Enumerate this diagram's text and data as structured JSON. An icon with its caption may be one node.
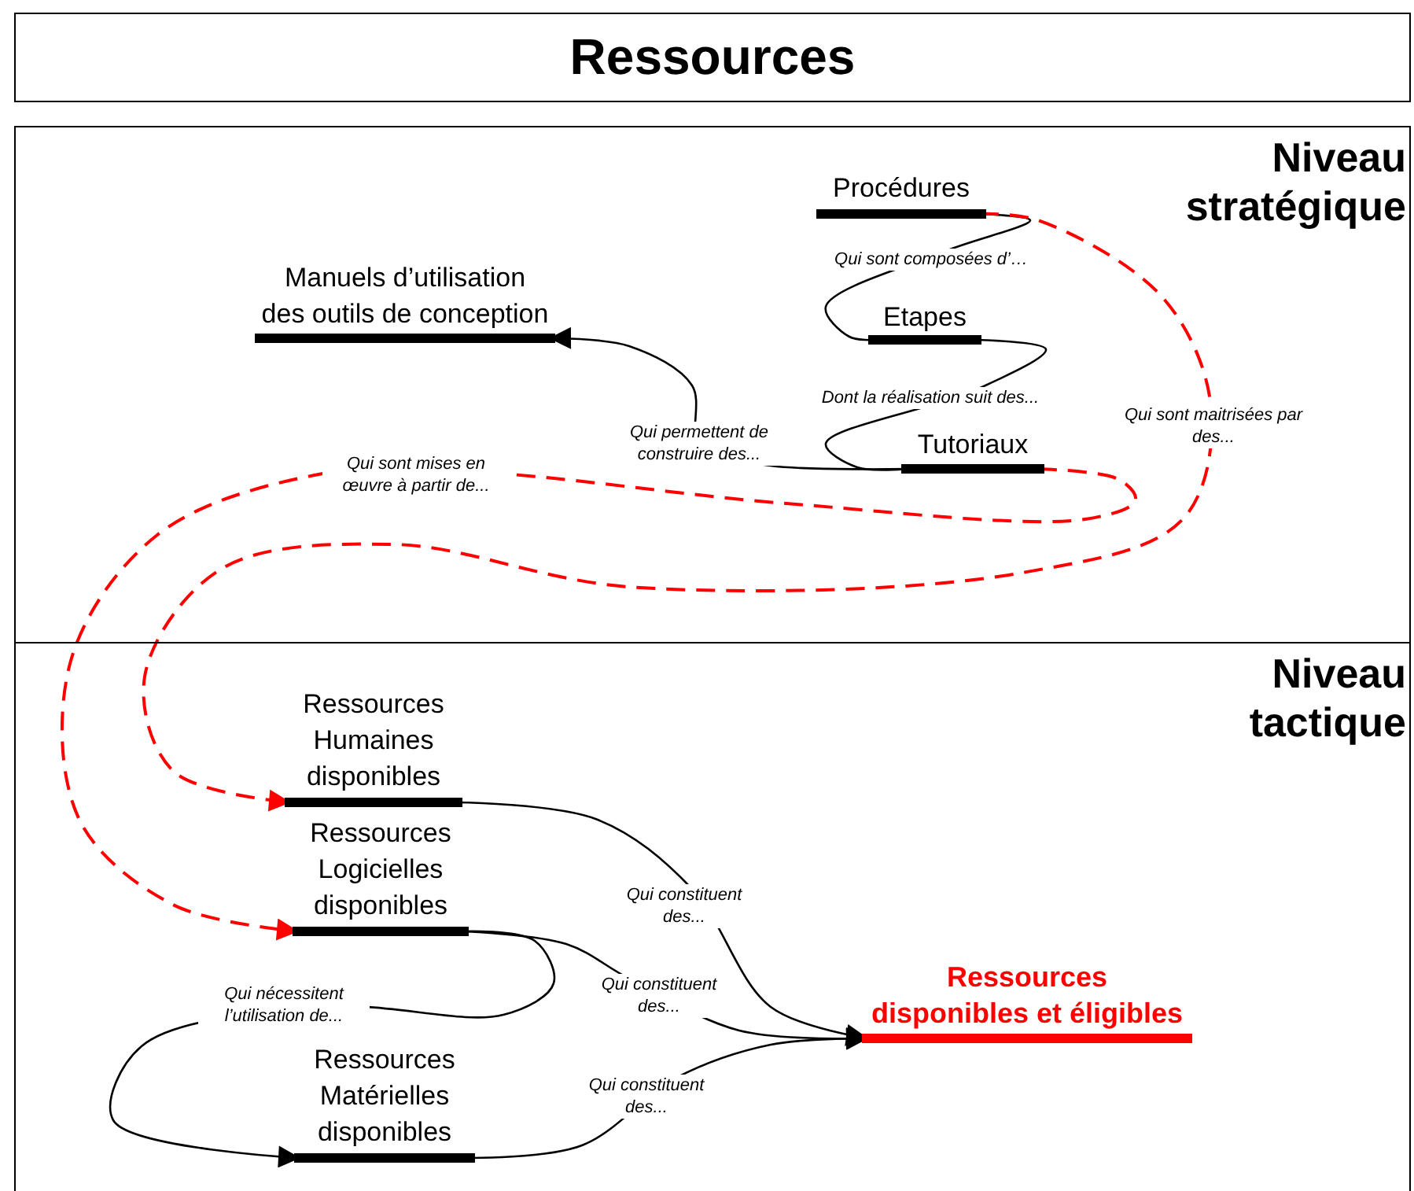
{
  "diagram": {
    "title": "Ressources",
    "nodes": [
      {
        "text": [
          "Niveau stratégique"
        ]
      },
      {
        "text": [
          "Procédures"
        ],
        "in": 0
      },
      {
        "text": [
          "Manuels d’utilisation des outils de conception"
        ],
        "in": 0
      },
      {
        "text": [
          "Etapes"
        ],
        "in": 0
      },
      {
        "text": [
          "Tutoriaux"
        ],
        "in": 0
      },
      {
        "text": [
          "Niveau tactique"
        ]
      },
      {
        "text": [
          "Ressources Humaines disponibles"
        ],
        "in": 5
      },
      {
        "text": [
          "Ressources Logicielles disponibles"
        ],
        "in": 5
      },
      {
        "text": [
          "Ressources disponibles et éligibles"
        ],
        "in": 5
      },
      {
        "text": [
          "Ressources Matérielles disponibles"
        ],
        "in": 5
      }
    ],
    "edges": [
      {
        "from": 1,
        "to": 3,
        "arrow": "none",
        "label": "Qui sont composées d’…"
      },
      {
        "from": 3,
        "to": 4,
        "arrow": "none",
        "label": "Dont la réalisation suit des..."
      },
      {
        "from": 4,
        "to": 2,
        "arrow": "to",
        "label": "Qui permettent de construire des..."
      },
      {
        "from": 1,
        "to": 6,
        "arrow": "to",
        "label": "Qui sont maitrisées par des...",
        "style": "dashed",
        "color": "#ff0000"
      },
      {
        "from": 4,
        "to": 7,
        "arrow": "to",
        "label": "Qui sont mises en œuvre à partir de...",
        "style": "dashed",
        "color": "#ff0000"
      },
      {
        "from": 6,
        "to": 8,
        "arrow": "to",
        "label": "Qui constituent des..."
      },
      {
        "from": 7,
        "to": 8,
        "arrow": "to",
        "label": "Qui constituent des..."
      },
      {
        "from": 9,
        "to": 8,
        "arrow": "to",
        "label": "Qui constituent des..."
      },
      {
        "from": 7,
        "to": 9,
        "arrow": "to",
        "label": "Qui nécessitent l’utilisation de..."
      }
    ]
  }
}
